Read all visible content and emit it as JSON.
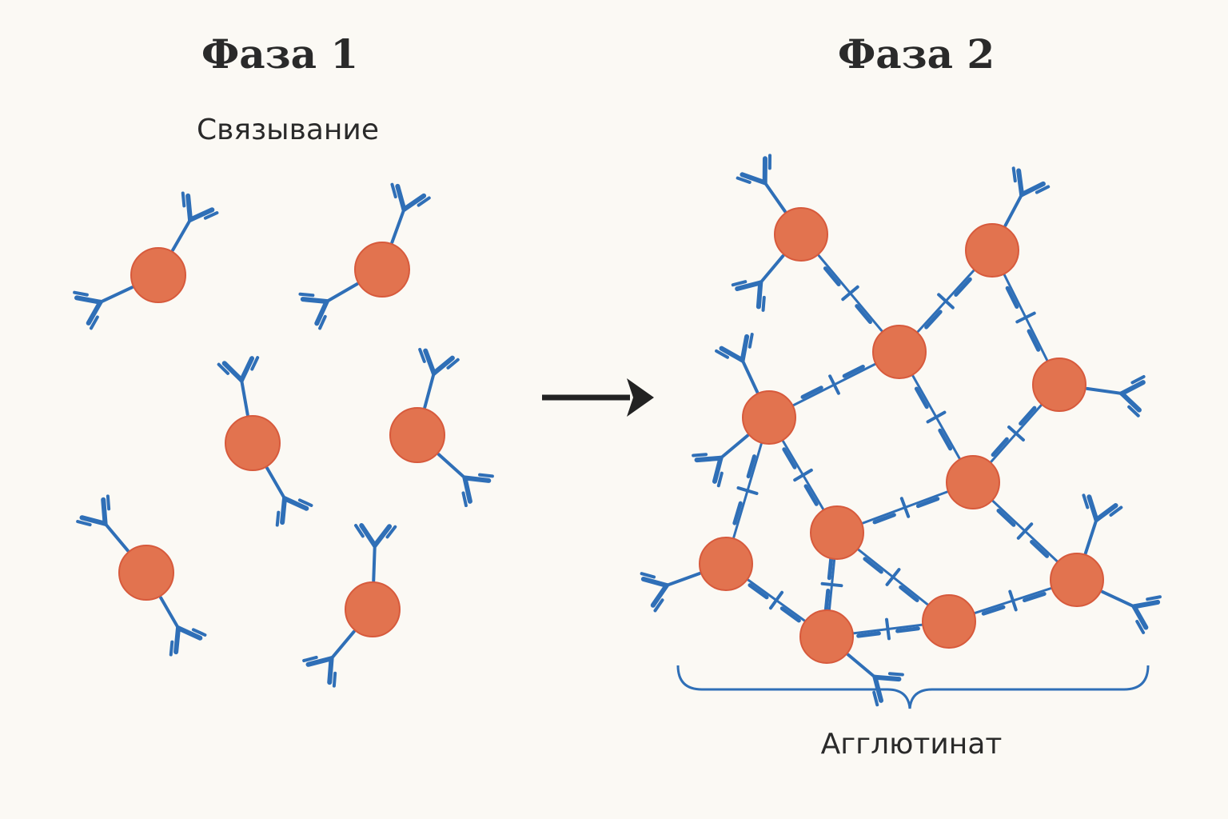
{
  "phase1": {
    "title": "Фаза 1",
    "subtitle": "Связывание"
  },
  "phase2": {
    "title": "Фаза 2",
    "label": "Агглютинат"
  },
  "colors": {
    "background": "#fbf9f4",
    "particle_fill": "#e2734f",
    "particle_stroke": "#d75a3c",
    "antibody": "#2f6fb7",
    "arrow": "#222222"
  }
}
